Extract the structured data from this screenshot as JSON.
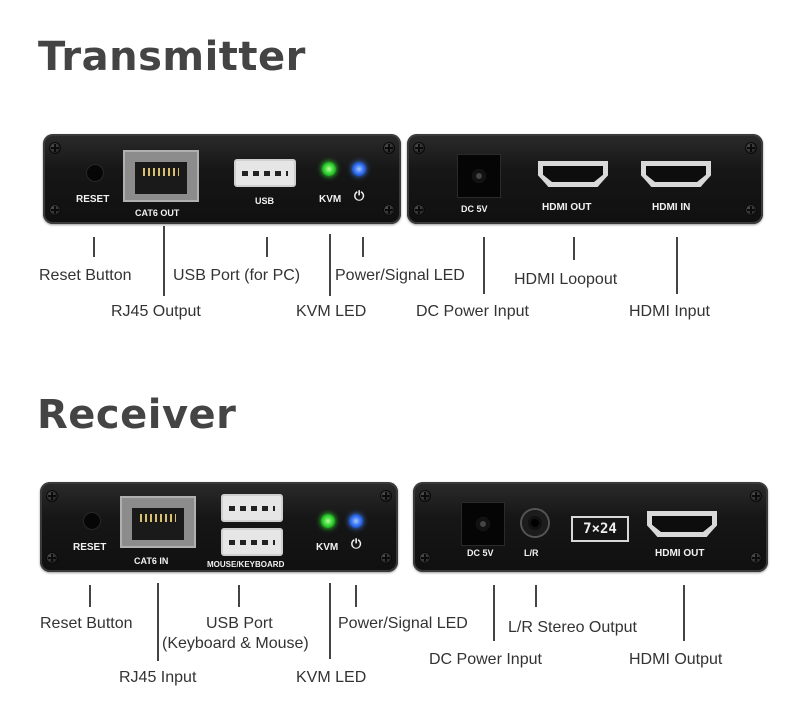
{
  "transmitter": {
    "title": "Transmitter",
    "panel_labels": {
      "reset": "RESET",
      "cat6": "CAT6 OUT",
      "usb": "USB",
      "kvm": "KVM",
      "power_symbol": "⏻",
      "dc": "DC 5V",
      "hdmi_out": "HDMI OUT",
      "hdmi_in": "HDMI IN"
    },
    "callouts": {
      "reset_button": "Reset Button",
      "rj45_output": "RJ45 Output",
      "usb_port": "USB Port (for PC)",
      "kvm_led": "KVM LED",
      "power_led": "Power/Signal LED",
      "dc_power": "DC Power Input",
      "hdmi_loopout": "HDMI Loopout",
      "hdmi_input": "HDMI Input"
    }
  },
  "receiver": {
    "title": "Receiver",
    "panel_labels": {
      "reset": "RESET",
      "cat6": "CAT6 IN",
      "usb": "MOUSE/KEYBOARD",
      "kvm": "KVM",
      "power_symbol": "⏻",
      "dc": "DC 5V",
      "lr": "L/R",
      "badge": "7×24",
      "hdmi_out": "HDMI OUT"
    },
    "callouts": {
      "reset_button": "Reset Button",
      "rj45_input": "RJ45 Input",
      "usb_port_line1": "USB Port",
      "usb_port_line2": "(Keyboard & Mouse)",
      "kvm_led": "KVM LED",
      "power_led": "Power/Signal LED",
      "dc_power": "DC Power Input",
      "lr_stereo": "L/R Stereo Output",
      "hdmi_output": "HDMI Output"
    }
  },
  "colors": {
    "led_green": "#2fd12f",
    "led_blue": "#2f6df0",
    "panel": "#1a1a1a",
    "text": "#333333"
  }
}
